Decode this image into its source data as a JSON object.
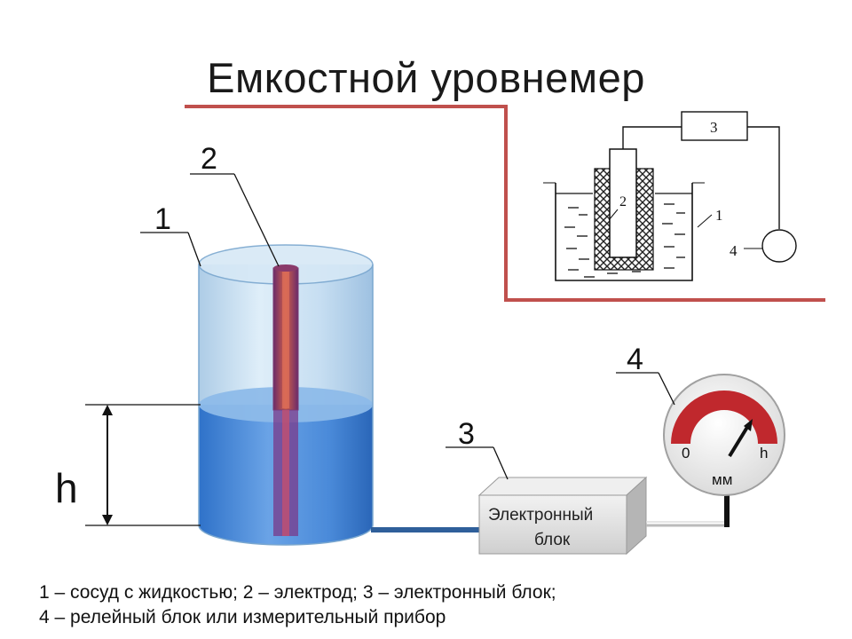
{
  "title": "Емкостной уровнемер",
  "labels": {
    "vessel": "1",
    "electrode": "2",
    "electronic_unit": "3",
    "meter": "4",
    "height": "h"
  },
  "electronic_unit": {
    "line1": "Электронный",
    "line2": "блок"
  },
  "gauge": {
    "min": "0",
    "max": "h",
    "unit": "мм"
  },
  "schematic": {
    "unit_label": "3",
    "electrode_label": "2",
    "vessel_label": "1",
    "meter_label": "4"
  },
  "caption": {
    "line1": "1 – сосуд с жидкостью;  2 – электрод; 3 – электронный блок;",
    "line2": "4 – релейный блок или измерительный прибор"
  },
  "colors": {
    "frame_line": "#c0504d",
    "liquid": "#3a7bd5",
    "gauge_arc": "#c0282d",
    "electrode": "#a0304a"
  }
}
